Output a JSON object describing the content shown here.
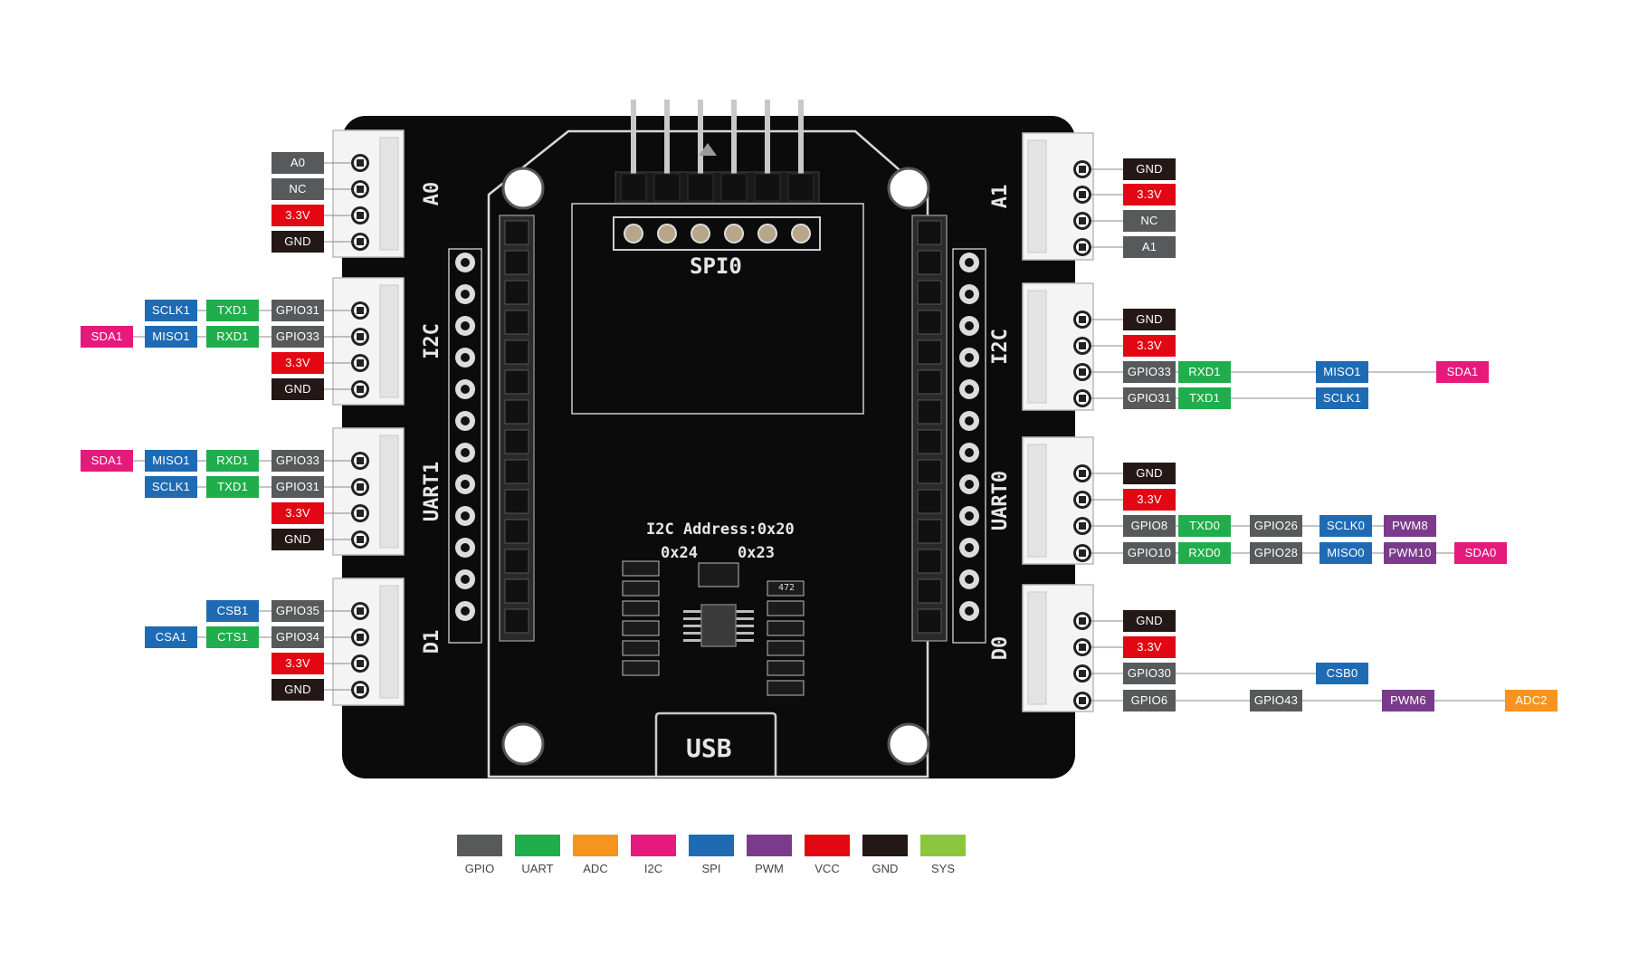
{
  "colors": {
    "GPIO": "#58595b",
    "UART": "#1fae4b",
    "ADC": "#f7941d",
    "I2C": "#e6197c",
    "SPI": "#1f6bb3",
    "PWM": "#7b3b8c",
    "VCC": "#e30613",
    "GND": "#231816",
    "SYS": "#8cc63f"
  },
  "board": {
    "silk": {
      "spi0": "SPI0",
      "usb": "USB",
      "i2c_address": "I2C Address:0x20",
      "addr_a": "0x24",
      "addr_b": "0x23",
      "res": "472"
    },
    "connectors_left": [
      {
        "id": "left-a0",
        "label": "A0"
      },
      {
        "id": "left-i2c",
        "label": "I2C"
      },
      {
        "id": "left-uart1",
        "label": "UART1"
      },
      {
        "id": "left-d1",
        "label": "D1"
      }
    ],
    "connectors_right": [
      {
        "id": "right-a1",
        "label": "A1"
      },
      {
        "id": "right-i2c",
        "label": "I2C"
      },
      {
        "id": "right-uart0",
        "label": "UART0"
      },
      {
        "id": "right-d0",
        "label": "D0"
      }
    ]
  },
  "pins_left": [
    [
      [
        {
          "t": "A0",
          "c": "GPIO"
        }
      ],
      [
        {
          "t": "NC",
          "c": "GPIO"
        }
      ],
      [
        {
          "t": "3.3V",
          "c": "VCC"
        }
      ],
      [
        {
          "t": "GND",
          "c": "GND"
        }
      ]
    ],
    [
      [
        {
          "t": "SCLK1",
          "c": "SPI"
        },
        {
          "t": "TXD1",
          "c": "UART"
        },
        {
          "t": "GPIO31",
          "c": "GPIO"
        }
      ],
      [
        {
          "t": "SDA1",
          "c": "I2C"
        },
        {
          "t": "MISO1",
          "c": "SPI"
        },
        {
          "t": "RXD1",
          "c": "UART"
        },
        {
          "t": "GPIO33",
          "c": "GPIO"
        }
      ],
      [
        {
          "t": "3.3V",
          "c": "VCC"
        }
      ],
      [
        {
          "t": "GND",
          "c": "GND"
        }
      ]
    ],
    [
      [
        {
          "t": "SDA1",
          "c": "I2C"
        },
        {
          "t": "MISO1",
          "c": "SPI"
        },
        {
          "t": "RXD1",
          "c": "UART"
        },
        {
          "t": "GPIO33",
          "c": "GPIO"
        }
      ],
      [
        {
          "t": "SCLK1",
          "c": "SPI"
        },
        {
          "t": "TXD1",
          "c": "UART"
        },
        {
          "t": "GPIO31",
          "c": "GPIO"
        }
      ],
      [
        {
          "t": "3.3V",
          "c": "VCC"
        }
      ],
      [
        {
          "t": "GND",
          "c": "GND"
        }
      ]
    ],
    [
      [
        {
          "t": "CSB1",
          "c": "SPI"
        },
        {
          "t": "GPIO35",
          "c": "GPIO"
        }
      ],
      [
        {
          "t": "CSA1",
          "c": "SPI"
        },
        {
          "t": "CTS1",
          "c": "UART"
        },
        {
          "t": "GPIO34",
          "c": "GPIO"
        }
      ],
      [
        {
          "t": "3.3V",
          "c": "VCC"
        }
      ],
      [
        {
          "t": "GND",
          "c": "GND"
        }
      ]
    ]
  ],
  "pins_right": [
    [
      [
        {
          "t": "GND",
          "c": "GND"
        }
      ],
      [
        {
          "t": "3.3V",
          "c": "VCC"
        }
      ],
      [
        {
          "t": "NC",
          "c": "GPIO"
        }
      ],
      [
        {
          "t": "A1",
          "c": "GPIO"
        }
      ]
    ],
    [
      [
        {
          "t": "GND",
          "c": "GND"
        }
      ],
      [
        {
          "t": "3.3V",
          "c": "VCC"
        }
      ],
      [
        {
          "t": "GPIO33",
          "c": "GPIO"
        },
        {
          "t": "RXD1",
          "c": "UART"
        },
        {
          "t": "MISO1",
          "c": "SPI",
          "slot": 4
        },
        {
          "t": "SDA1",
          "c": "I2C",
          "slot": 6
        }
      ],
      [
        {
          "t": "GPIO31",
          "c": "GPIO"
        },
        {
          "t": "TXD1",
          "c": "UART"
        },
        {
          "t": "SCLK1",
          "c": "SPI",
          "slot": 4
        }
      ]
    ],
    [
      [
        {
          "t": "GND",
          "c": "GND"
        }
      ],
      [
        {
          "t": "3.3V",
          "c": "VCC"
        }
      ],
      [
        {
          "t": "GPIO8",
          "c": "GPIO"
        },
        {
          "t": "TXD0",
          "c": "UART"
        },
        {
          "t": "GPIO26",
          "c": "GPIO"
        },
        {
          "t": "SCLK0",
          "c": "SPI"
        },
        {
          "t": "PWM8",
          "c": "PWM"
        }
      ],
      [
        {
          "t": "GPIO10",
          "c": "GPIO"
        },
        {
          "t": "RXD0",
          "c": "UART"
        },
        {
          "t": "GPIO28",
          "c": "GPIO"
        },
        {
          "t": "MISO0",
          "c": "SPI"
        },
        {
          "t": "PWM10",
          "c": "PWM"
        },
        {
          "t": "SDA0",
          "c": "I2C"
        }
      ]
    ],
    [
      [
        {
          "t": "GND",
          "c": "GND"
        }
      ],
      [
        {
          "t": "3.3V",
          "c": "VCC"
        }
      ],
      [
        {
          "t": "GPIO30",
          "c": "GPIO"
        },
        {
          "t": "CSB0",
          "c": "SPI",
          "slot": 4
        }
      ],
      [
        {
          "t": "GPIO6",
          "c": "GPIO"
        },
        {
          "t": "GPIO43",
          "c": "GPIO",
          "slot": 3
        },
        {
          "t": "PWM6",
          "c": "PWM",
          "slot": 5
        },
        {
          "t": "ADC2",
          "c": "ADC",
          "slot": 7
        }
      ]
    ]
  ],
  "legend": [
    {
      "label": "GPIO",
      "c": "GPIO"
    },
    {
      "label": "UART",
      "c": "UART"
    },
    {
      "label": "ADC",
      "c": "ADC"
    },
    {
      "label": "I2C",
      "c": "I2C"
    },
    {
      "label": "SPI",
      "c": "SPI"
    },
    {
      "label": "PWM",
      "c": "PWM"
    },
    {
      "label": "VCC",
      "c": "VCC"
    },
    {
      "label": "GND",
      "c": "GND"
    },
    {
      "label": "SYS",
      "c": "SYS"
    }
  ]
}
